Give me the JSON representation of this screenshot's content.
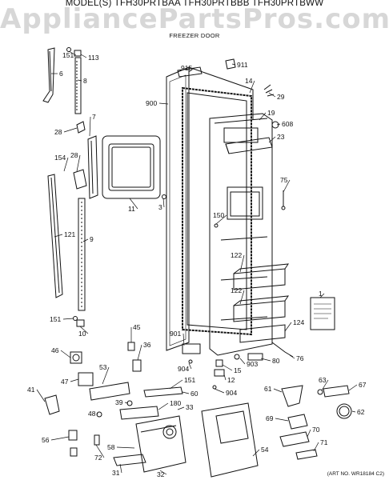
{
  "header": {
    "watermark": "AppliancePartsPros.com",
    "model_line": "MODEL(S) TFH30PRTBAA  TFH30PRTBBB  TFH30PRTBWW",
    "subtitle": "FREEZER DOOR"
  },
  "footer": {
    "art_number": "(ART NO. WR18184 C2)"
  },
  "callouts": [
    "151",
    "113",
    "6",
    "8",
    "915",
    "911",
    "14",
    "29",
    "900",
    "19",
    "608",
    "23",
    "28",
    "7",
    "154",
    "28",
    "11",
    "3",
    "75",
    "150",
    "121",
    "9",
    "122",
    "122",
    "1",
    "124",
    "151",
    "10",
    "45",
    "901",
    "36",
    "46",
    "904",
    "15",
    "903",
    "80",
    "76",
    "53",
    "151",
    "12",
    "47",
    "39",
    "904",
    "60",
    "63",
    "67",
    "41",
    "180",
    "33",
    "61",
    "48",
    "62",
    "69",
    "70",
    "56",
    "58",
    "72",
    "71",
    "54",
    "31",
    "32"
  ],
  "colors": {
    "ink": "#111111",
    "watermark": "#a0a0a0"
  }
}
